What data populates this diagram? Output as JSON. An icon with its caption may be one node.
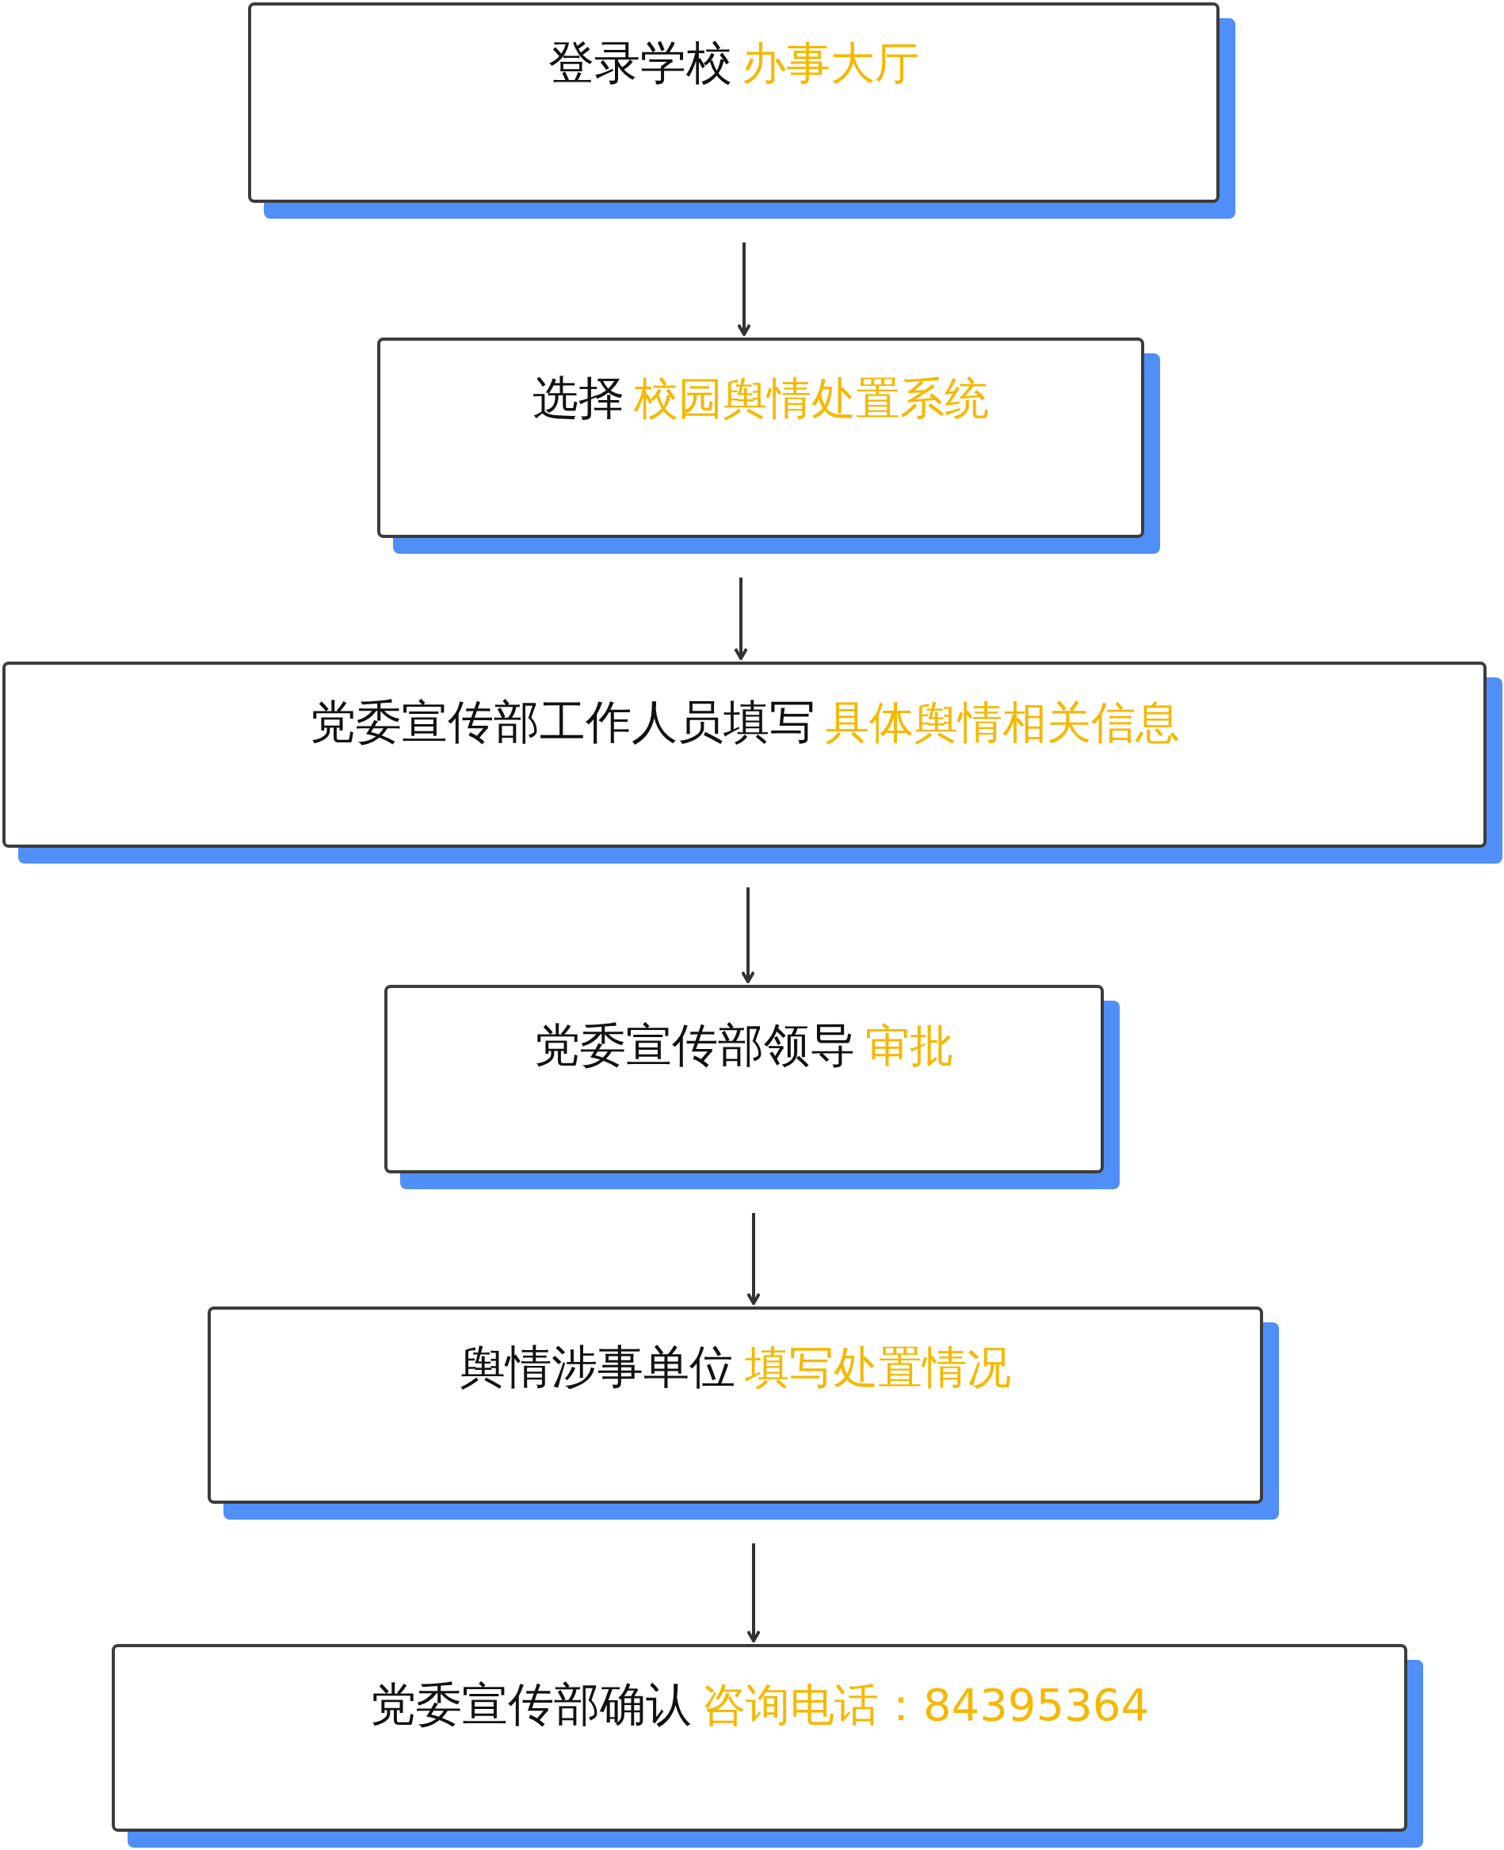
{
  "diagram": {
    "nodes": [
      {
        "text": [
          "登录学校",
          "办事大厅"
        ]
      },
      {
        "text": [
          "选择",
          "校园舆情处置系统"
        ]
      },
      {
        "text": [
          "党委宣传部工作人员填写",
          "具体舆情相关信息"
        ]
      },
      {
        "text": [
          "党委宣传部领导",
          "审批"
        ]
      },
      {
        "text": [
          "舆情涉事单位",
          "填写处置情况"
        ]
      },
      {
        "text": [
          "党委宣传部确认",
          "咨询电话：84395364"
        ]
      }
    ],
    "edges": [
      {
        "from": 0,
        "to": 1,
        "arrow": "to"
      },
      {
        "from": 1,
        "to": 2,
        "arrow": "to"
      },
      {
        "from": 2,
        "to": 3,
        "arrow": "to"
      },
      {
        "from": 3,
        "to": 4,
        "arrow": "to"
      },
      {
        "from": 4,
        "to": 5,
        "arrow": "to"
      }
    ]
  }
}
